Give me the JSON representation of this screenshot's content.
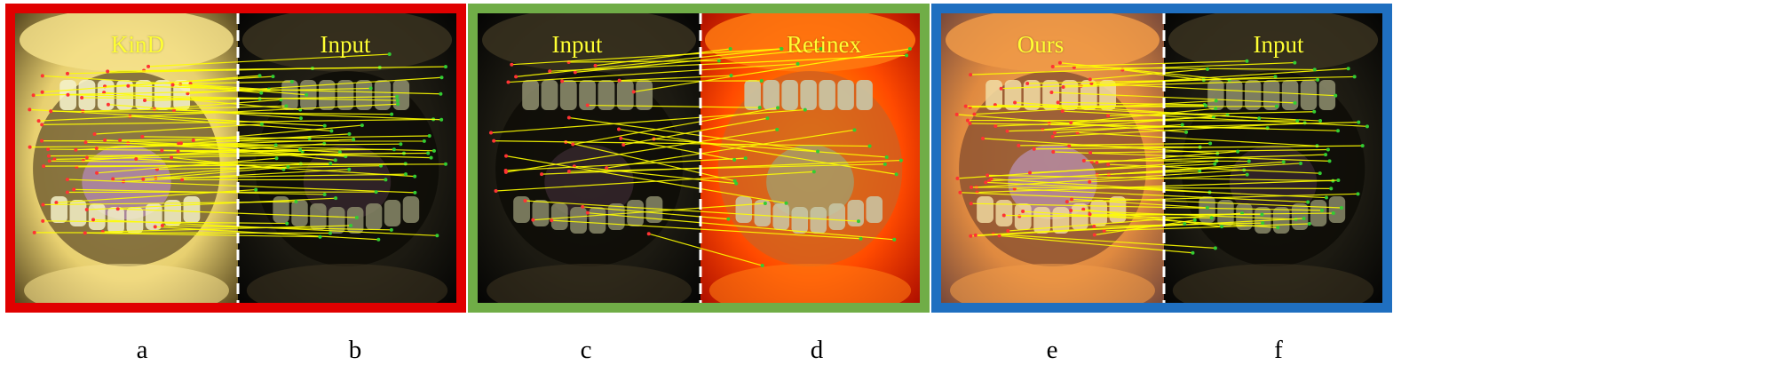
{
  "figure": {
    "panels": [
      {
        "id": "kind-input",
        "border_color": "#e00000",
        "left_label": "KinD",
        "right_label": "Input",
        "left_tone": "bright-yellow",
        "right_tone": "dark"
      },
      {
        "id": "input-retinex",
        "border_color": "#70ad47",
        "left_label": "Input",
        "right_label": "Retinex",
        "left_tone": "dark",
        "right_tone": "red-orange"
      },
      {
        "id": "ours-input",
        "border_color": "#1f6fc0",
        "left_label": "Ours",
        "right_label": "Input",
        "left_tone": "warm-orange",
        "right_tone": "dark"
      }
    ],
    "captions": [
      "a",
      "b",
      "c",
      "d",
      "e",
      "f"
    ],
    "colors": {
      "match_line": "#ffff00",
      "left_keypoint": "#ff3333",
      "right_keypoint": "#33cc33",
      "divider": "#ffffff",
      "label_text": "#ffff33"
    },
    "divider_style": "dashed-white"
  }
}
